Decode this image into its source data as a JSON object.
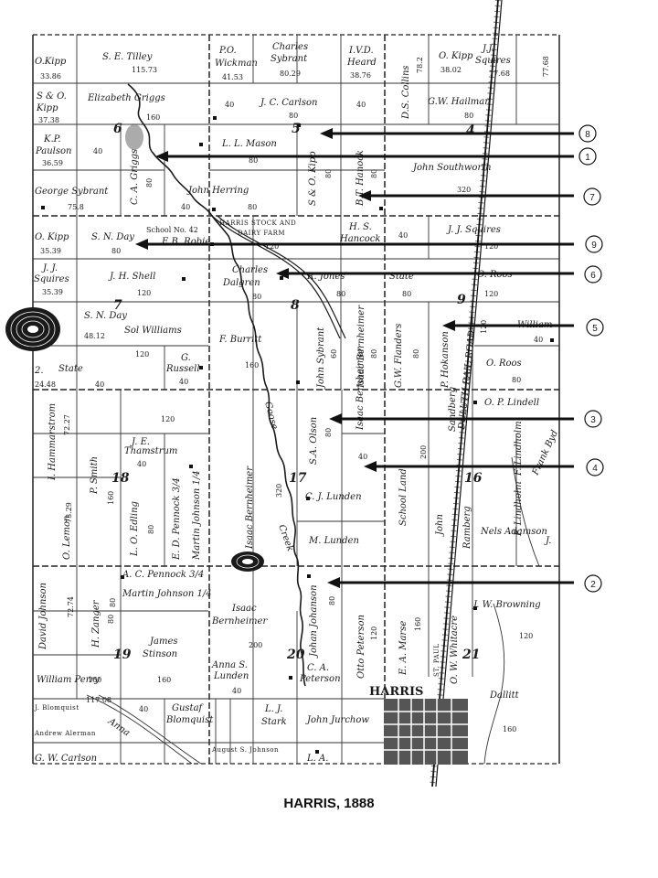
{
  "caption": "HARRIS, 1888",
  "map": {
    "sections": [
      {
        "id": "s4",
        "text": "4"
      },
      {
        "id": "s5",
        "text": "5"
      },
      {
        "id": "s6",
        "text": "6"
      },
      {
        "id": "s7",
        "text": "7"
      },
      {
        "id": "s8",
        "text": "8"
      },
      {
        "id": "s9",
        "text": "9"
      },
      {
        "id": "s16",
        "text": "16"
      },
      {
        "id": "s17",
        "text": "17"
      },
      {
        "id": "s18",
        "text": "18"
      },
      {
        "id": "s19",
        "text": "19"
      },
      {
        "id": "s20",
        "text": "20"
      },
      {
        "id": "s21",
        "text": "21"
      }
    ],
    "owners": [
      {
        "id": "o1",
        "text": "O.Kipp"
      },
      {
        "id": "o2",
        "text": "33.86"
      },
      {
        "id": "o3",
        "text": "S. E. Tilley"
      },
      {
        "id": "o4",
        "text": "115.73"
      },
      {
        "id": "o5",
        "text": "P.O."
      },
      {
        "id": "o6",
        "text": "Wickman"
      },
      {
        "id": "o7",
        "text": "41.53"
      },
      {
        "id": "o8",
        "text": "Charles"
      },
      {
        "id": "o9",
        "text": "Sybrant"
      },
      {
        "id": "o10",
        "text": "80.29"
      },
      {
        "id": "o11",
        "text": "I.V.D."
      },
      {
        "id": "o12",
        "text": "Heard"
      },
      {
        "id": "o13",
        "text": "38.76"
      },
      {
        "id": "o14",
        "text": "D.S. Collins"
      },
      {
        "id": "o15",
        "text": "78.2"
      },
      {
        "id": "o16",
        "text": "O. Kipp"
      },
      {
        "id": "o17",
        "text": "38.02"
      },
      {
        "id": "o18",
        "text": "J.J."
      },
      {
        "id": "o19",
        "text": "Squires"
      },
      {
        "id": "o20",
        "text": "77.68"
      },
      {
        "id": "o21",
        "text": "77.68"
      },
      {
        "id": "o22",
        "text": "S & O."
      },
      {
        "id": "o23",
        "text": "Kipp"
      },
      {
        "id": "o24",
        "text": "37.38"
      },
      {
        "id": "o25",
        "text": "Elizabeth Griggs"
      },
      {
        "id": "o26",
        "text": "160"
      },
      {
        "id": "o27",
        "text": "40"
      },
      {
        "id": "o28",
        "text": "J. C. Carlson"
      },
      {
        "id": "o29",
        "text": "80"
      },
      {
        "id": "o30",
        "text": "40"
      },
      {
        "id": "o31",
        "text": "G.W. Hailman"
      },
      {
        "id": "o32",
        "text": "80"
      },
      {
        "id": "o33",
        "text": "K.P."
      },
      {
        "id": "o34",
        "text": "Paulson"
      },
      {
        "id": "o35",
        "text": "36.59"
      },
      {
        "id": "o36",
        "text": "40"
      },
      {
        "id": "o37",
        "text": "C. A. Griggs"
      },
      {
        "id": "o38",
        "text": "80"
      },
      {
        "id": "o39",
        "text": "L. L. Mason"
      },
      {
        "id": "o40",
        "text": "80"
      },
      {
        "id": "o41",
        "text": "S & O. Kipp"
      },
      {
        "id": "o42",
        "text": "80"
      },
      {
        "id": "o43",
        "text": "B.T. Hanock"
      },
      {
        "id": "o44",
        "text": "80"
      },
      {
        "id": "o45",
        "text": "John Southworth"
      },
      {
        "id": "o46",
        "text": "320"
      },
      {
        "id": "o47",
        "text": "George Sybrant"
      },
      {
        "id": "o48",
        "text": "75.8"
      },
      {
        "id": "o49",
        "text": "John Herring"
      },
      {
        "id": "o50",
        "text": "40"
      },
      {
        "id": "o51",
        "text": "80"
      },
      {
        "id": "o52",
        "text": "O. Kipp"
      },
      {
        "id": "o53",
        "text": "35.39"
      },
      {
        "id": "o54",
        "text": "S. N. Day"
      },
      {
        "id": "o55",
        "text": "80"
      },
      {
        "id": "o56",
        "text": "School No. 42"
      },
      {
        "id": "o57",
        "text": "E.B. Robie"
      },
      {
        "id": "o58",
        "text": "HARRIS STOCK AND"
      },
      {
        "id": "o59",
        "text": "DAIRY FARM"
      },
      {
        "id": "o60",
        "text": "120"
      },
      {
        "id": "o61",
        "text": "H. S."
      },
      {
        "id": "o62",
        "text": "Hancock"
      },
      {
        "id": "o63",
        "text": "40"
      },
      {
        "id": "o64",
        "text": "J. J. Squires"
      },
      {
        "id": "o65",
        "text": "120"
      },
      {
        "id": "o66",
        "text": "J. J."
      },
      {
        "id": "o67",
        "text": "Squires"
      },
      {
        "id": "o68",
        "text": "35.39"
      },
      {
        "id": "o69",
        "text": "J. H. Shell"
      },
      {
        "id": "o70",
        "text": "120"
      },
      {
        "id": "o71",
        "text": "Charles"
      },
      {
        "id": "o72",
        "text": "Dalgren"
      },
      {
        "id": "o73",
        "text": "80"
      },
      {
        "id": "o74",
        "text": "R. Jones"
      },
      {
        "id": "o75",
        "text": "80"
      },
      {
        "id": "o76",
        "text": "State"
      },
      {
        "id": "o77",
        "text": "80"
      },
      {
        "id": "o78",
        "text": "O. Roos"
      },
      {
        "id": "o79",
        "text": "120"
      },
      {
        "id": "o80",
        "text": "S. N. Day"
      },
      {
        "id": "o81",
        "text": "48.12"
      },
      {
        "id": "o82",
        "text": "Sol Williams"
      },
      {
        "id": "o83",
        "text": "120"
      },
      {
        "id": "o84",
        "text": "F. Burritt"
      },
      {
        "id": "o85",
        "text": "160"
      },
      {
        "id": "o86",
        "text": "John Sybrant"
      },
      {
        "id": "o87",
        "text": "60"
      },
      {
        "id": "o88",
        "text": "Isaac Bernheimer"
      },
      {
        "id": "o89",
        "text": "80"
      },
      {
        "id": "o90",
        "text": "G.W. Flanders"
      },
      {
        "id": "o91",
        "text": "80"
      },
      {
        "id": "o92",
        "text": "P. Hokanson"
      },
      {
        "id": "o93",
        "text": "120"
      },
      {
        "id": "o94",
        "text": "William"
      },
      {
        "id": "o95",
        "text": "40"
      },
      {
        "id": "o96",
        "text": "G."
      },
      {
        "id": "o97",
        "text": "Russell"
      },
      {
        "id": "o98",
        "text": "40"
      },
      {
        "id": "o99",
        "text": "2."
      },
      {
        "id": "o100",
        "text": "State"
      },
      {
        "id": "o101",
        "text": "24.48"
      },
      {
        "id": "o102",
        "text": "40"
      },
      {
        "id": "o103",
        "text": "O. Roos"
      },
      {
        "id": "o104",
        "text": "80"
      },
      {
        "id": "o105",
        "text": "I. Hammarstrom"
      },
      {
        "id": "o106",
        "text": "72.27"
      },
      {
        "id": "o107",
        "text": "P. Smith"
      },
      {
        "id": "o108",
        "text": "160"
      },
      {
        "id": "o109",
        "text": "120"
      },
      {
        "id": "o110",
        "text": "J. E."
      },
      {
        "id": "o111",
        "text": "Thamstrum"
      },
      {
        "id": "o112",
        "text": "40"
      },
      {
        "id": "o113",
        "text": "Isaac Bernheimer"
      },
      {
        "id": "o114",
        "text": "320"
      },
      {
        "id": "o115",
        "text": "S.A. Olson"
      },
      {
        "id": "o116",
        "text": "80"
      },
      {
        "id": "o117",
        "text": "Isaac Bernheimer"
      },
      {
        "id": "o118",
        "text": "40"
      },
      {
        "id": "o119",
        "text": "School Land"
      },
      {
        "id": "o120",
        "text": "200"
      },
      {
        "id": "o121",
        "text": "Sandberg"
      },
      {
        "id": "o122",
        "text": "O. P. Lindell"
      },
      {
        "id": "o123",
        "text": "F. Lindholm"
      },
      {
        "id": "o124",
        "text": "Frank Byd"
      },
      {
        "id": "o125",
        "text": "O. Lemon"
      },
      {
        "id": "o126",
        "text": "73.29"
      },
      {
        "id": "o127",
        "text": "L. O. Edling"
      },
      {
        "id": "o128",
        "text": "80"
      },
      {
        "id": "o129",
        "text": "E. D. Pennock 3/4"
      },
      {
        "id": "o130",
        "text": "Martin Johnson 1/4"
      },
      {
        "id": "o131",
        "text": "C. J. Lunden"
      },
      {
        "id": "o132",
        "text": "M. Lunden"
      },
      {
        "id": "o133",
        "text": "John"
      },
      {
        "id": "o134",
        "text": "Ramberg"
      },
      {
        "id": "o135",
        "text": "F. Lindholm"
      },
      {
        "id": "o136",
        "text": "Nels Adamson"
      },
      {
        "id": "o137",
        "text": "J."
      },
      {
        "id": "o138",
        "text": "A. C. Pennock 3/4"
      },
      {
        "id": "o139",
        "text": "Martin Johnson 1/4"
      },
      {
        "id": "o140",
        "text": "80"
      },
      {
        "id": "o141",
        "text": "David Johnson"
      },
      {
        "id": "o142",
        "text": "72.74"
      },
      {
        "id": "o143",
        "text": "H. Zanger"
      },
      {
        "id": "o144",
        "text": "80"
      },
      {
        "id": "o145",
        "text": "Isaac"
      },
      {
        "id": "o146",
        "text": "Bernheimer"
      },
      {
        "id": "o147",
        "text": "200"
      },
      {
        "id": "o148",
        "text": "Johan Johanson"
      },
      {
        "id": "o149",
        "text": "80"
      },
      {
        "id": "o150",
        "text": "Otto Peterson"
      },
      {
        "id": "o151",
        "text": "120"
      },
      {
        "id": "o152",
        "text": "E. A. Marse"
      },
      {
        "id": "o153",
        "text": "160"
      },
      {
        "id": "o154",
        "text": "ST. PAUL"
      },
      {
        "id": "o155",
        "text": "O. W. Whitacre"
      },
      {
        "id": "o156",
        "text": "J. W. Browning"
      },
      {
        "id": "o157",
        "text": "120"
      },
      {
        "id": "o158",
        "text": "James"
      },
      {
        "id": "o159",
        "text": "Stinson"
      },
      {
        "id": "o160",
        "text": "160"
      },
      {
        "id": "o161",
        "text": "Anna S."
      },
      {
        "id": "o162",
        "text": "Lunden"
      },
      {
        "id": "o163",
        "text": "40"
      },
      {
        "id": "o164",
        "text": "C. A."
      },
      {
        "id": "o165",
        "text": "Peterson"
      },
      {
        "id": "o166",
        "text": "William Perry"
      },
      {
        "id": "o167",
        "text": "160"
      },
      {
        "id": "o168",
        "text": "J. Blomquist"
      },
      {
        "id": "o169",
        "text": "Andrew Alerman"
      },
      {
        "id": "o170",
        "text": "117.08"
      },
      {
        "id": "o171",
        "text": "40"
      },
      {
        "id": "o172",
        "text": "Gustaf"
      },
      {
        "id": "o173",
        "text": "Blomquist"
      },
      {
        "id": "o174",
        "text": "L. J."
      },
      {
        "id": "o175",
        "text": "Stark"
      },
      {
        "id": "o176",
        "text": "John Jurchow"
      },
      {
        "id": "o177",
        "text": "Dallitt"
      },
      {
        "id": "o178",
        "text": "160"
      },
      {
        "id": "o179",
        "text": "G. W. Carlson"
      },
      {
        "id": "o180",
        "text": "August S. Johnson"
      },
      {
        "id": "o181",
        "text": "L. A."
      },
      {
        "id": "o182",
        "text": "Anna"
      }
    ],
    "labels": {
      "town": "HARRIS",
      "creek_goose": "Goose",
      "creek_creek": "Creek",
      "railroad": "DULUTH  RAIL  ROAD"
    },
    "callouts": [
      {
        "id": "c1",
        "text": "1"
      },
      {
        "id": "c2",
        "text": "2"
      },
      {
        "id": "c3",
        "text": "3"
      },
      {
        "id": "c4",
        "text": "4"
      },
      {
        "id": "c5",
        "text": "5"
      },
      {
        "id": "c6",
        "text": "6"
      },
      {
        "id": "c7",
        "text": "7"
      },
      {
        "id": "c8",
        "text": "8"
      },
      {
        "id": "c9",
        "text": "9"
      }
    ]
  }
}
